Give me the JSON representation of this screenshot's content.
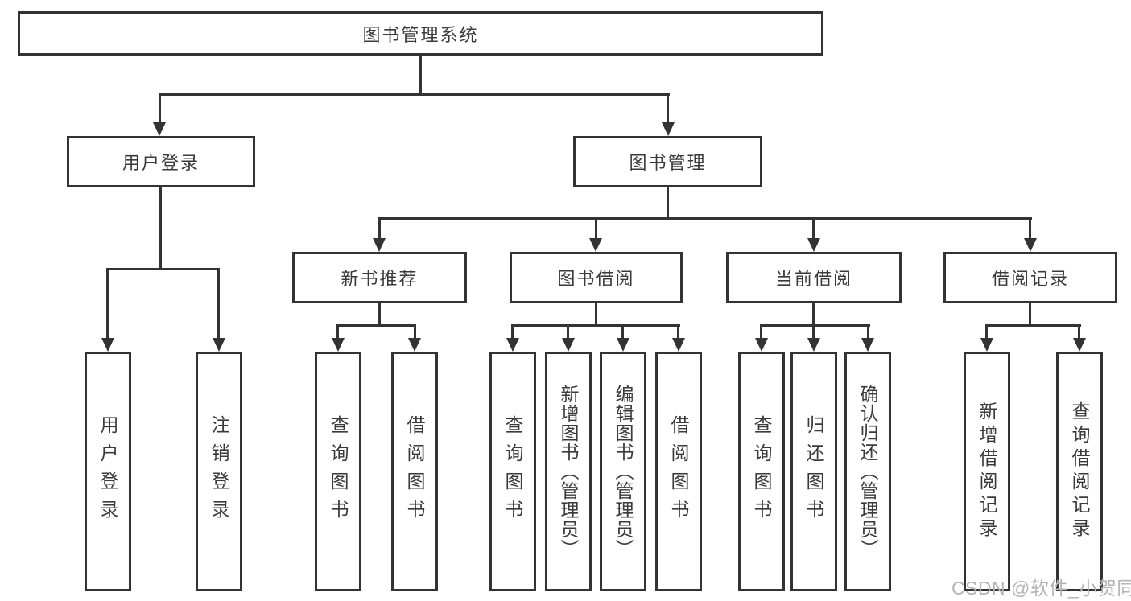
{
  "diagram": {
    "title": "图书管理系统",
    "root": {
      "label": "图书管理系统"
    },
    "branches": [
      {
        "label": "用户登录",
        "children": [
          "用户登录",
          "注销登录"
        ]
      },
      {
        "label": "图书管理",
        "sections": [
          {
            "label": "新书推荐",
            "children": [
              "查询图书",
              "借阅图书"
            ]
          },
          {
            "label": "图书借阅",
            "children": [
              "查询图书",
              "新增图书（管理员）",
              "编辑图书（管理员）",
              "借阅图书"
            ]
          },
          {
            "label": "当前借阅",
            "children": [
              "查询图书",
              "归还图书",
              "确认归还（管理员）"
            ]
          },
          {
            "label": "借阅记录",
            "children": [
              "新增借阅记录",
              "查询借阅记录"
            ]
          }
        ]
      }
    ]
  },
  "watermark": {
    "text": "CSDN @软件_小贺同学"
  },
  "colors": {
    "line": "#333333",
    "text": "#3a3a3a",
    "watermark": "#b4b4b4",
    "background": "#ffffff"
  }
}
